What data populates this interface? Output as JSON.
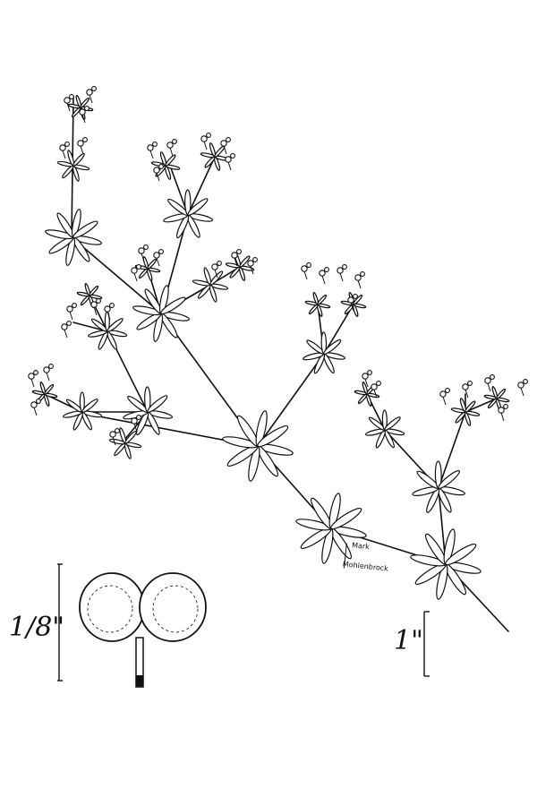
{
  "scale_small": {
    "label": "1/8\""
  },
  "scale_large": {
    "label": "1\""
  },
  "artist": {
    "line1": "Mark",
    "line2": "Mohlenbrock"
  },
  "colors": {
    "ink": "#111111",
    "paper": "#ffffff"
  }
}
